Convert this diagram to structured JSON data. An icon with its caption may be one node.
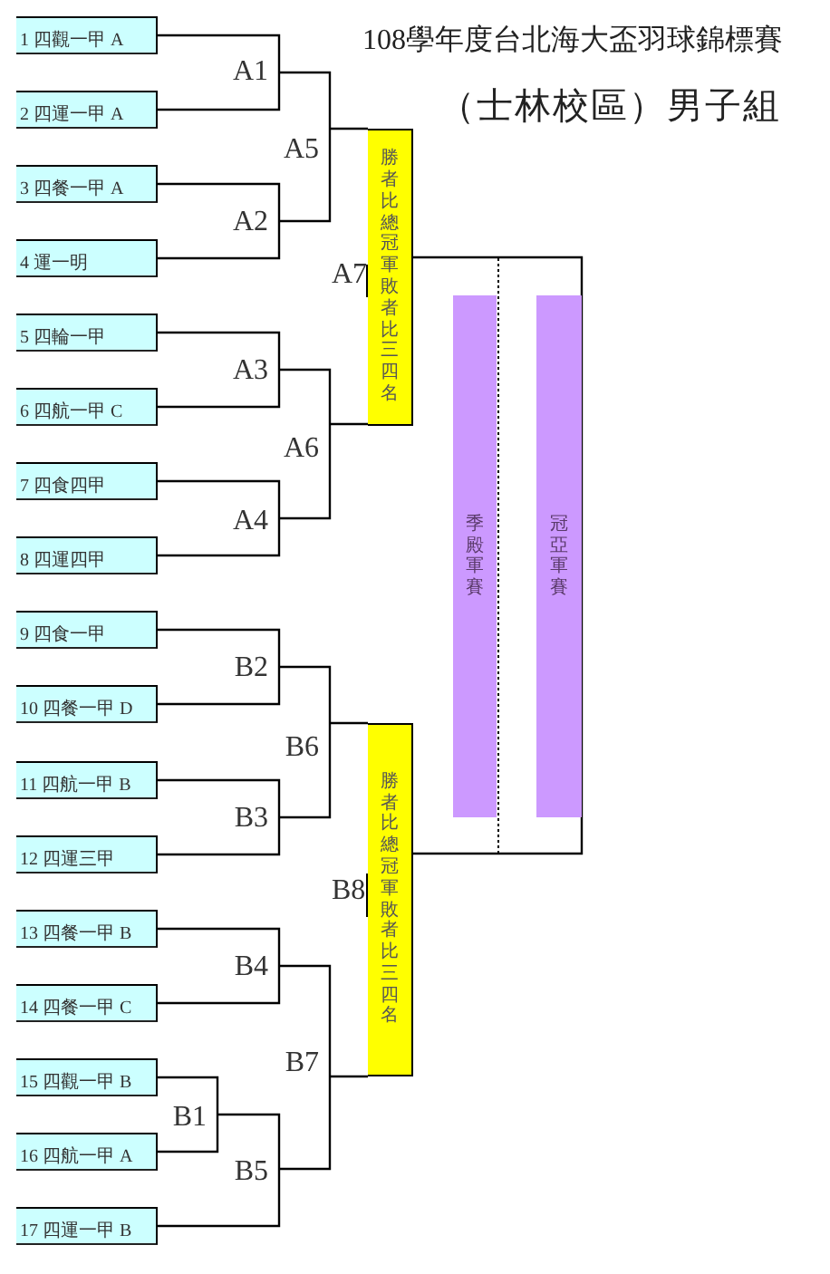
{
  "diagram": {
    "title": "108學年度台北海大盃羽球錦標賽",
    "nodes": [
      {
        "text": [
          "1 四觀一甲 A"
        ]
      },
      {
        "text": [
          "2 四運一甲 A"
        ]
      },
      {
        "text": [
          "3 四餐一甲 A"
        ]
      },
      {
        "text": [
          "4 運一明"
        ]
      },
      {
        "text": [
          "5 四輪一甲"
        ]
      },
      {
        "text": [
          "6 四航一甲 C"
        ]
      },
      {
        "text": [
          "7 四食四甲"
        ]
      },
      {
        "text": [
          "8 四運四甲"
        ]
      },
      {
        "text": [
          "9 四食一甲"
        ]
      },
      {
        "text": [
          "10 四餐一甲 D"
        ]
      },
      {
        "text": [
          "11 四航一甲 B"
        ]
      },
      {
        "text": [
          "12 四運三甲"
        ]
      },
      {
        "text": [
          "13 四餐一甲 B"
        ]
      },
      {
        "text": [
          "14 四餐一甲 C"
        ]
      },
      {
        "text": [
          "15 四觀一甲 B"
        ]
      },
      {
        "text": [
          "16 四航一甲 A"
        ]
      },
      {
        "text": [
          "17 四運一甲 B"
        ]
      },
      {
        "text": [
          "A1"
        ]
      },
      {
        "text": [
          "A2"
        ]
      },
      {
        "text": [
          "A3"
        ]
      },
      {
        "text": [
          "A4"
        ]
      },
      {
        "text": [
          "A5"
        ]
      },
      {
        "text": [
          "A6"
        ]
      },
      {
        "text": [
          "B2"
        ]
      },
      {
        "text": [
          "B3"
        ]
      },
      {
        "text": [
          "B4"
        ]
      },
      {
        "text": [
          "B1"
        ]
      },
      {
        "text": [
          "B5"
        ]
      },
      {
        "text": [
          "B6"
        ]
      },
      {
        "text": [
          "B7"
        ]
      },
      {
        "text": [
          "勝者比總冠軍敗者比三四名"
        ],
        "beside": [
          "A7"
        ]
      },
      {
        "text": [
          "勝者比總冠軍敗者比三四名"
        ],
        "beside": [
          "B8"
        ]
      },
      {
        "text": [
          "季殿軍賽"
        ]
      },
      {
        "text": [
          "冠亞軍賽"
        ]
      }
    ],
    "edges": [
      {
        "from": 0,
        "to": 17,
        "arrow": "none"
      },
      {
        "from": 1,
        "to": 17,
        "arrow": "none"
      },
      {
        "from": 2,
        "to": 18,
        "arrow": "none"
      },
      {
        "from": 3,
        "to": 18,
        "arrow": "none"
      },
      {
        "from": 4,
        "to": 19,
        "arrow": "none"
      },
      {
        "from": 5,
        "to": 19,
        "arrow": "none"
      },
      {
        "from": 6,
        "to": 20,
        "arrow": "none"
      },
      {
        "from": 7,
        "to": 20,
        "arrow": "none"
      },
      {
        "from": 17,
        "to": 21,
        "arrow": "none"
      },
      {
        "from": 18,
        "to": 21,
        "arrow": "none"
      },
      {
        "from": 19,
        "to": 22,
        "arrow": "none"
      },
      {
        "from": 20,
        "to": 22,
        "arrow": "none"
      },
      {
        "from": 21,
        "to": 30,
        "arrow": "none"
      },
      {
        "from": 22,
        "to": 30,
        "arrow": "none"
      },
      {
        "from": 8,
        "to": 23,
        "arrow": "none"
      },
      {
        "from": 9,
        "to": 23,
        "arrow": "none"
      },
      {
        "from": 10,
        "to": 24,
        "arrow": "none"
      },
      {
        "from": 11,
        "to": 24,
        "arrow": "none"
      },
      {
        "from": 12,
        "to": 25,
        "arrow": "none"
      },
      {
        "from": 13,
        "to": 25,
        "arrow": "none"
      },
      {
        "from": 14,
        "to": 26,
        "arrow": "none"
      },
      {
        "from": 15,
        "to": 26,
        "arrow": "none"
      },
      {
        "from": 26,
        "to": 27,
        "arrow": "none"
      },
      {
        "from": 16,
        "to": 27,
        "arrow": "none"
      },
      {
        "from": 23,
        "to": 28,
        "arrow": "none"
      },
      {
        "from": 24,
        "to": 28,
        "arrow": "none"
      },
      {
        "from": 25,
        "to": 29,
        "arrow": "none"
      },
      {
        "from": 27,
        "to": 29,
        "arrow": "none"
      },
      {
        "from": 28,
        "to": 31,
        "arrow": "none"
      },
      {
        "from": 29,
        "to": 31,
        "arrow": "none"
      },
      {
        "from": 30,
        "to": 31,
        "arrow": "none"
      }
    ],
    "labels": [
      "（士林校區）男子組"
    ]
  }
}
